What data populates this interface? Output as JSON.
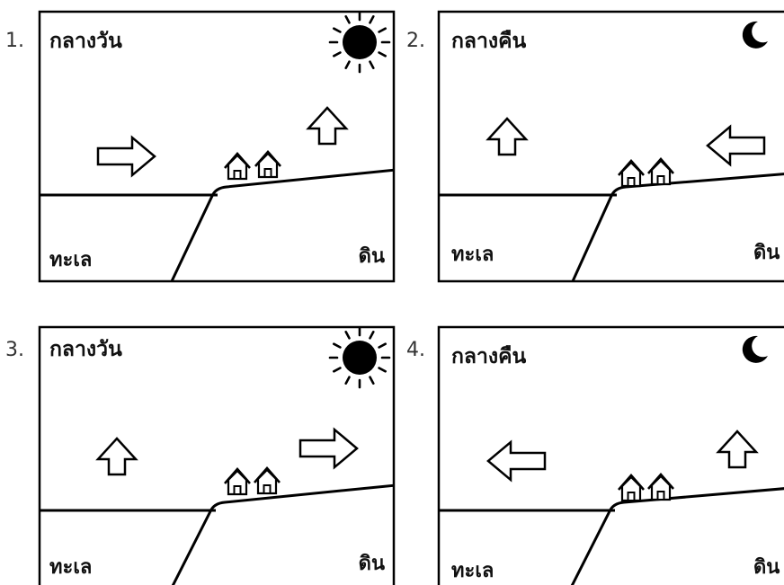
{
  "colors": {
    "ink": "#000000",
    "panel_bg": "#ffffff"
  },
  "panels": [
    {
      "number": "1.",
      "title": "กลางวัน",
      "sea_label": "ทะเล",
      "land_label": "ดิน",
      "celestial_icon": "sun-icon",
      "arrows": [
        "arrow-right-icon",
        "arrow-up-icon"
      ]
    },
    {
      "number": "2.",
      "title": "กลางคืน",
      "sea_label": "ทะเล",
      "land_label": "ดิน",
      "celestial_icon": "moon-icon",
      "arrows": [
        "arrow-up-icon",
        "arrow-left-icon"
      ]
    },
    {
      "number": "3.",
      "title": "กลางวัน",
      "sea_label": "ทะเล",
      "land_label": "ดิน",
      "celestial_icon": "sun-icon",
      "arrows": [
        "arrow-up-icon",
        "arrow-right-icon"
      ]
    },
    {
      "number": "4.",
      "title": "กลางคืน",
      "sea_label": "ทะเล",
      "land_label": "ดิน",
      "celestial_icon": "moon-icon",
      "arrows": [
        "arrow-left-icon",
        "arrow-up-icon"
      ]
    }
  ]
}
